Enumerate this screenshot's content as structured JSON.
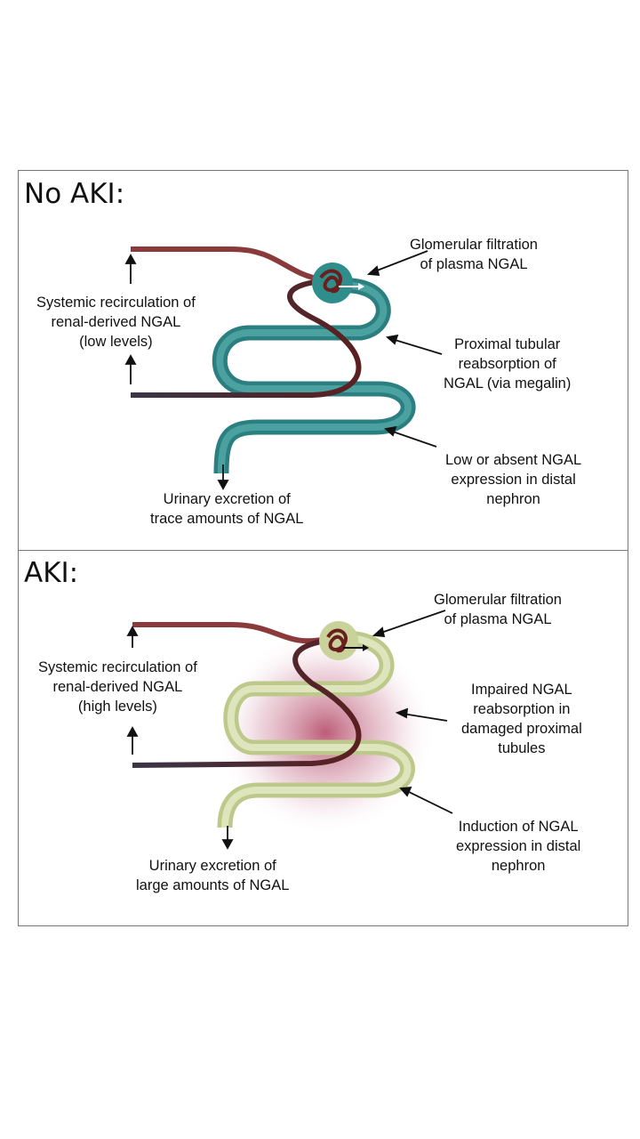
{
  "panels": [
    {
      "title": "No AKI:",
      "tubule_color": "#3a9a9a",
      "labels": {
        "glomerular": [
          "Glomerular filtration",
          "of plasma NGAL"
        ],
        "proximal": [
          "Proximal tubular",
          "reabsorption of",
          "NGAL (via megalin)"
        ],
        "distal": [
          "Low or absent NGAL",
          "expression in distal",
          "nephron"
        ],
        "systemic": [
          "Systemic recirculation of",
          "renal-derived NGAL",
          "(low levels)"
        ],
        "urinary": [
          "Urinary excretion of",
          "trace amounts of NGAL"
        ]
      }
    },
    {
      "title": "AKI:",
      "tubule_color": "#d4dcae",
      "labels": {
        "glomerular": [
          "Glomerular filtration",
          "of plasma NGAL"
        ],
        "proximal": [
          "Impaired NGAL",
          "reabsorption in",
          "damaged proximal",
          "tubules"
        ],
        "distal": [
          "Induction of NGAL",
          "expression in distal",
          "nephron"
        ],
        "systemic": [
          "Systemic recirculation of",
          "renal-derived NGAL",
          "(high levels)"
        ],
        "urinary": [
          "Urinary excretion of",
          "large amounts of NGAL"
        ]
      }
    }
  ]
}
